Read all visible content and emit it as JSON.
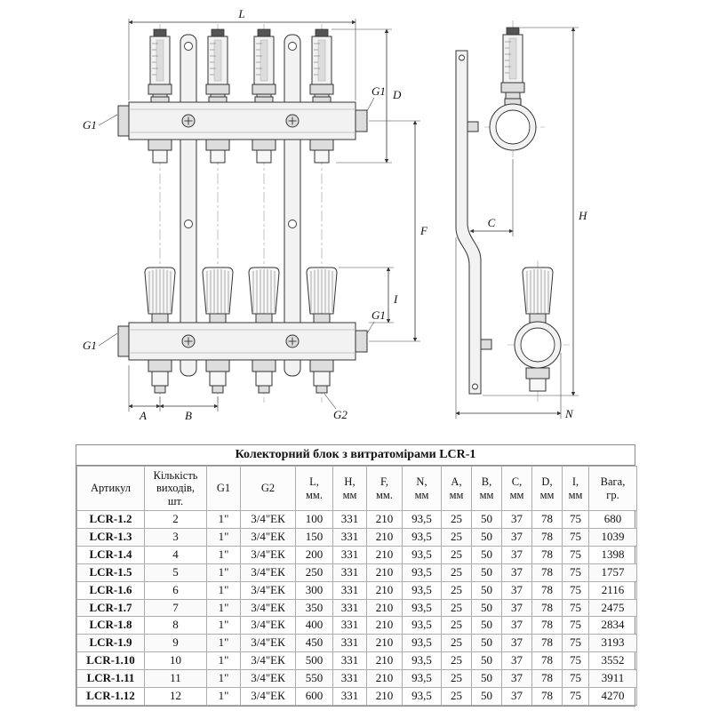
{
  "title": "Колекторний блок з витратомірами  LCR-1",
  "drawing": {
    "labels": {
      "L": "L",
      "D": "D",
      "F": "F",
      "I": "I",
      "G1": "G1",
      "G2": "G2",
      "A": "A",
      "B": "B",
      "C": "C",
      "H": "H",
      "N": "N"
    }
  },
  "table": {
    "columns": [
      "Артикул",
      "Кількість\nвиходів,\nшт.",
      "G1",
      "G2",
      "L,\nмм.",
      "H,\nмм",
      "F,\nмм.",
      "N,\nмм",
      "A,\nмм",
      "B,\nмм",
      "C,\nмм",
      "D,\nмм",
      "I,\nмм",
      "Вага,\nгр."
    ],
    "rows": [
      [
        "LCR-1.2",
        "2",
        "1\"",
        "3/4\"ЕК",
        "100",
        "331",
        "210",
        "93,5",
        "25",
        "50",
        "37",
        "78",
        "75",
        "680"
      ],
      [
        "LCR-1.3",
        "3",
        "1\"",
        "3/4\"ЕК",
        "150",
        "331",
        "210",
        "93,5",
        "25",
        "50",
        "37",
        "78",
        "75",
        "1039"
      ],
      [
        "LCR-1.4",
        "4",
        "1\"",
        "3/4\"ЕК",
        "200",
        "331",
        "210",
        "93,5",
        "25",
        "50",
        "37",
        "78",
        "75",
        "1398"
      ],
      [
        "LCR-1.5",
        "5",
        "1\"",
        "3/4\"ЕК",
        "250",
        "331",
        "210",
        "93,5",
        "25",
        "50",
        "37",
        "78",
        "75",
        "1757"
      ],
      [
        "LCR-1.6",
        "6",
        "1\"",
        "3/4\"ЕК",
        "300",
        "331",
        "210",
        "93,5",
        "25",
        "50",
        "37",
        "78",
        "75",
        "2116"
      ],
      [
        "LCR-1.7",
        "7",
        "1\"",
        "3/4\"ЕК",
        "350",
        "331",
        "210",
        "93,5",
        "25",
        "50",
        "37",
        "78",
        "75",
        "2475"
      ],
      [
        "LCR-1.8",
        "8",
        "1\"",
        "3/4\"ЕК",
        "400",
        "331",
        "210",
        "93,5",
        "25",
        "50",
        "37",
        "78",
        "75",
        "2834"
      ],
      [
        "LCR-1.9",
        "9",
        "1\"",
        "3/4\"ЕК",
        "450",
        "331",
        "210",
        "93,5",
        "25",
        "50",
        "37",
        "78",
        "75",
        "3193"
      ],
      [
        "LCR-1.10",
        "10",
        "1\"",
        "3/4\"ЕК",
        "500",
        "331",
        "210",
        "93,5",
        "25",
        "50",
        "37",
        "78",
        "75",
        "3552"
      ],
      [
        "LCR-1.11",
        "11",
        "1\"",
        "3/4\"ЕК",
        "550",
        "331",
        "210",
        "93,5",
        "25",
        "50",
        "37",
        "78",
        "75",
        "3911"
      ],
      [
        "LCR-1.12",
        "12",
        "1\"",
        "3/4\"ЕК",
        "600",
        "331",
        "210",
        "93,5",
        "25",
        "50",
        "37",
        "78",
        "75",
        "4270"
      ]
    ]
  }
}
